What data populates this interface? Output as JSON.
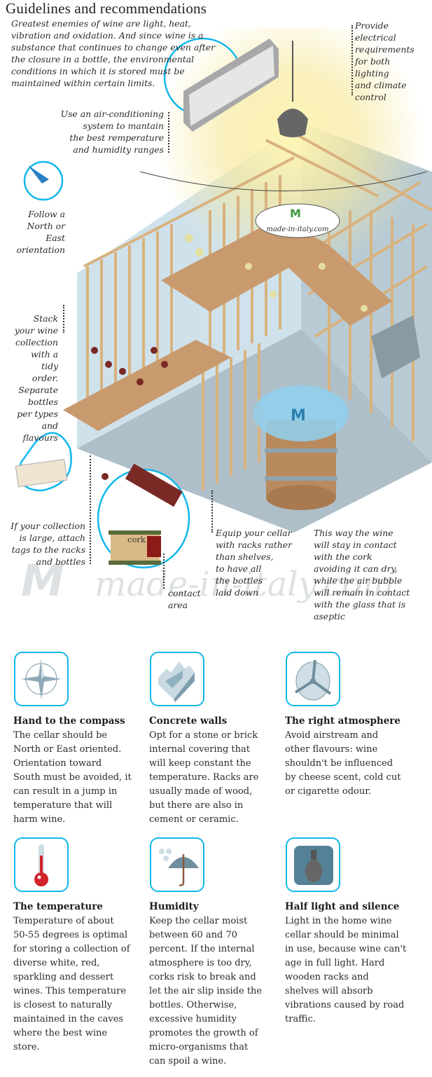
{
  "title": "Guidelines and recommendations",
  "intro": [
    "Greatest enemies of wine are light, heat,",
    "vibration and oxidation. And since wine is a",
    "substance that continues to change even after",
    "the closure in a bottle, the environmental",
    "conditions in which it is stored must be",
    "maintained within certain limits."
  ],
  "annotations": {
    "electrical": [
      "Provide",
      "electrical",
      "requirements",
      "for both",
      "lighting",
      "and climate",
      "control"
    ],
    "air_conditioning": [
      "Use an air-conditioning",
      "system to mantain",
      "the best remperature",
      "and humidity ranges"
    ],
    "orientation": [
      "Follow a",
      "North or",
      "East",
      "orientation"
    ],
    "stack": [
      "Stack",
      "your wine",
      "collection",
      "with a",
      "tidy",
      "order.",
      "Separate",
      "bottles",
      "per types",
      "and",
      "flavours"
    ],
    "tags": [
      "If your collection",
      "is large, attach",
      "tags to the racks",
      "and bottles"
    ],
    "cork_label": "cork",
    "contact_area": [
      "contact",
      "area"
    ],
    "racks": [
      "Equip your cellar",
      "with racks rather",
      "than shelves,",
      "to have all",
      "the bottles",
      "laid down"
    ],
    "contact": [
      "This way the wine",
      "will stay in contact",
      "with the cork",
      "avoiding it can dry,",
      "while the air bubble",
      "will remain in contact",
      "with the glass that is",
      "aseptic"
    ]
  },
  "logo_text": "made-in-italy.com",
  "watermark_text": "made-in-italy.com",
  "colors": {
    "accent": "#12b8ea",
    "wood": "#d9b080",
    "wall": "#cfe2ec",
    "floor": "#b7c6cf",
    "wine": "#7a2a25"
  },
  "cards": [
    {
      "icon": "compass-icon",
      "title": "Hand to the compass",
      "body": [
        "The cellar should be",
        "North or East oriented.",
        "Orientation toward",
        "South must be avoided, it",
        "can result in a jump in",
        "temperature that will",
        "harm wine."
      ]
    },
    {
      "icon": "concrete-wall-icon",
      "title": "Concrete walls",
      "body": [
        "Opt for a stone or brick",
        "internal covering that",
        "will keep constant the",
        "temperature. Racks are",
        "usually made of wood,",
        "but there are also in",
        "cement or ceramic."
      ]
    },
    {
      "icon": "fan-icon",
      "title": "The right atmosphere",
      "body": [
        "Avoid airstream and",
        "other flavours: wine",
        "shouldn't be influenced",
        "by cheese scent, cold cut",
        "or cigarette odour."
      ]
    },
    {
      "icon": "thermometer-icon",
      "title": "The temperature",
      "body": [
        "Temperature of about",
        "50-55 degrees is optimal",
        "for storing a collection of",
        "diverse white, red,",
        "sparkling and dessert",
        "wines. This temperature",
        "is closest to naturally",
        "maintained in the caves",
        "where the best wine",
        "store."
      ]
    },
    {
      "icon": "umbrella-icon",
      "title": "Humidity",
      "body": [
        "Keep the cellar moist",
        "between 60 and 70",
        "percent. If the internal",
        "atmosphere is too dry,",
        "corks risk to break and",
        "let the air slip inside the",
        "bottles. Otherwise,",
        "excessive humidity",
        "promotes the growth of",
        "micro-organisms that",
        "can spoil a wine."
      ]
    },
    {
      "icon": "light-bulb-icon",
      "title": "Half light and silence",
      "body": [
        "Light in the home wine",
        "cellar should be minimal",
        "in use, because wine can't",
        "age in full light. Hard",
        "wooden racks and",
        "shelves will absorb",
        "vibrations caused by road",
        "traffic."
      ]
    }
  ]
}
